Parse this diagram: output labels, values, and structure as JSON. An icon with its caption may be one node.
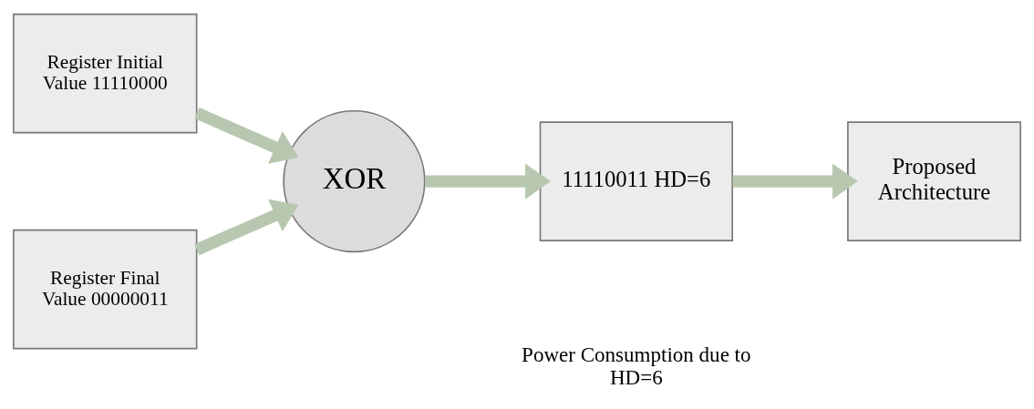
{
  "diagram": {
    "nodes": [
      {
        "text": [
          "Register Initial Value 11110000"
        ]
      },
      {
        "text": [
          "Register Final Value 00000011"
        ]
      },
      {
        "text": [
          "XOR"
        ]
      },
      {
        "text": [
          "11110011 HD=6"
        ]
      },
      {
        "text": [
          "Proposed Architecture"
        ]
      }
    ],
    "edges": [
      {
        "from": 0,
        "to": 2,
        "arrow": "to"
      },
      {
        "from": 1,
        "to": 2,
        "arrow": "to"
      },
      {
        "from": 2,
        "to": 3,
        "arrow": "to"
      },
      {
        "from": 3,
        "to": 4,
        "arrow": "to"
      }
    ],
    "labels": [
      "Power Consumption due to HD=6"
    ]
  }
}
